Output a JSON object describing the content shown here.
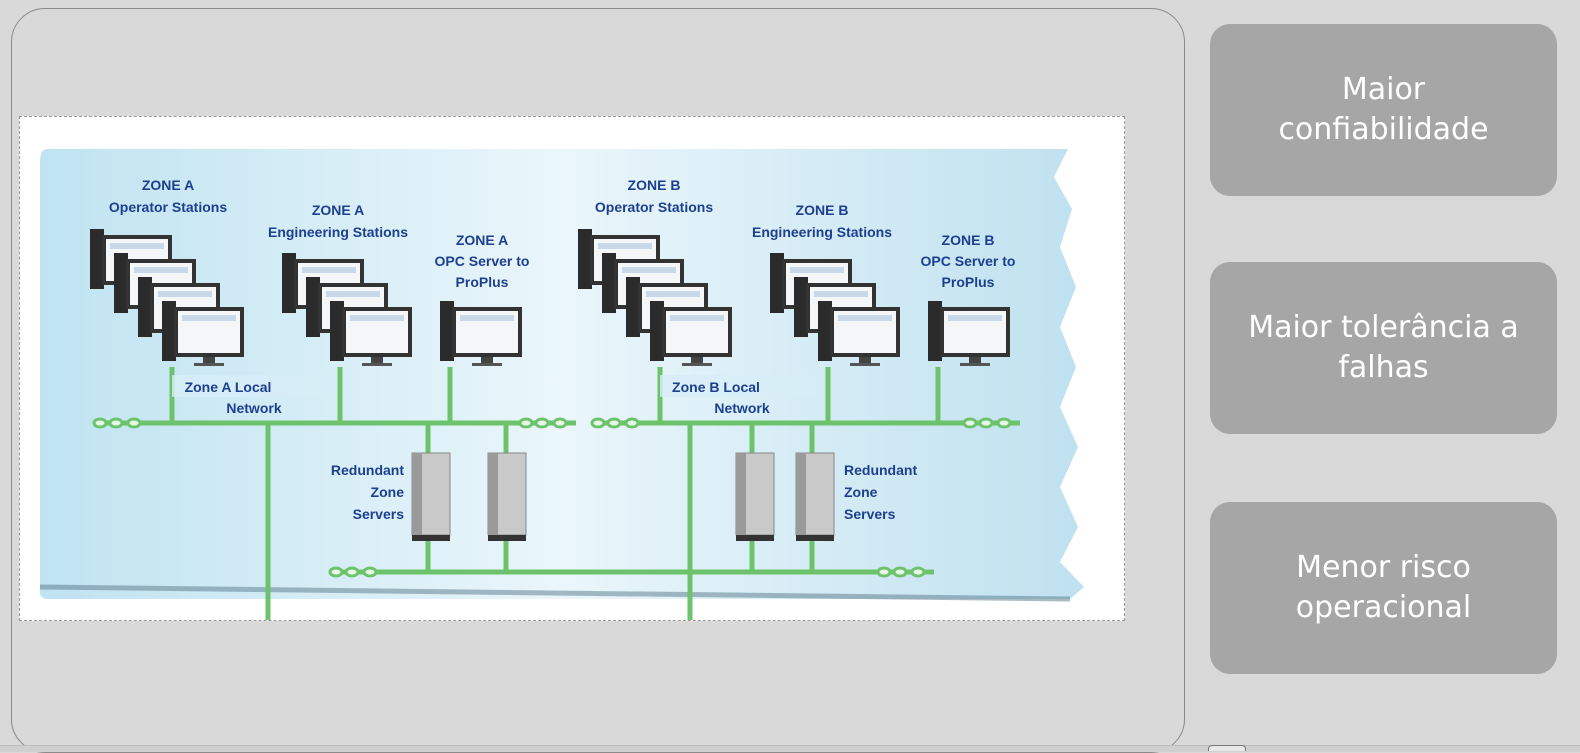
{
  "diagram": {
    "zone_a_operator": [
      "ZONE A",
      "Operator Stations"
    ],
    "zone_a_engineering": [
      "ZONE A",
      "Engineering Stations"
    ],
    "zone_a_opc": [
      "ZONE A",
      "OPC Server to",
      "ProPlus"
    ],
    "zone_b_operator": [
      "ZONE B",
      "Operator Stations"
    ],
    "zone_b_engineering": [
      "ZONE B",
      "Engineering Stations"
    ],
    "zone_b_opc": [
      "ZONE B",
      "OPC Server to",
      "ProPlus"
    ],
    "zone_a_network": [
      "Zone A Local",
      "Network"
    ],
    "zone_b_network": [
      "Zone B Local",
      "Network"
    ],
    "redundant_a": [
      "Redundant",
      "Zone",
      "Servers"
    ],
    "redundant_b": [
      "Redundant",
      "Zone",
      "Servers"
    ]
  },
  "cards": [
    {
      "label": "Maior\nconfiabilidade"
    },
    {
      "label": "Maior tolerância a\nfalhas"
    },
    {
      "label": "Menor risco\noperacional"
    }
  ],
  "colors": {
    "background": "#d9d9d9",
    "card": "#a6a6a6",
    "network_green": "#6cc36c",
    "label_blue": "#1d3f8f"
  }
}
